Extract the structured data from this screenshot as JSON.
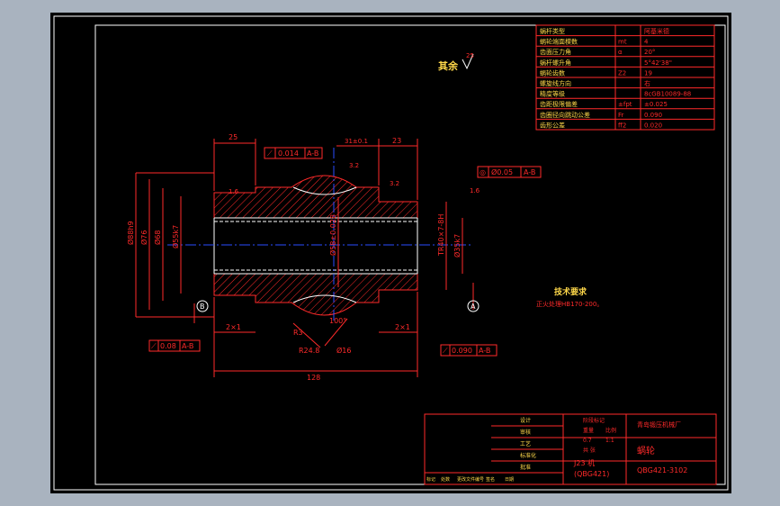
{
  "params": [
    {
      "name": "蜗杆类型",
      "sym": "",
      "val": "阿基米德"
    },
    {
      "name": "蜗轮端面模数",
      "sym": "mt",
      "val": "4"
    },
    {
      "name": "齿面压力角",
      "sym": "α",
      "val": "20°"
    },
    {
      "name": "蜗杆螺升角",
      "sym": "",
      "val": "5°42'38\""
    },
    {
      "name": "蜗轮齿数",
      "sym": "Z2",
      "val": "19"
    },
    {
      "name": "螺旋线方向",
      "sym": "",
      "val": "右"
    },
    {
      "name": "精度等级",
      "sym": "",
      "val": "8cGB10089-88"
    },
    {
      "name": "齿距极限偏差",
      "sym": "±fpt",
      "val": "±0.025"
    },
    {
      "name": "齿圈径向跳动公差",
      "sym": "Fr",
      "val": "0.090"
    },
    {
      "name": "齿形公差",
      "sym": "ff2",
      "val": "0.020"
    }
  ],
  "other_roughness": "其余",
  "other_roughness_value": "25",
  "dims": {
    "d25": "25",
    "d23": "23",
    "d31": "31±0.1",
    "d128": "128",
    "phi88": "Ø88h9",
    "phi76": "Ø76",
    "phi68": "Ø68",
    "phi55": "Ø55k7",
    "phi58": "Ø58±0.028",
    "trap": "TR40×7-8H",
    "phi35": "Ø35k7",
    "ch_left": "2×1",
    "ch_right": "2×1",
    "r3": "R3",
    "a100": "100°",
    "r24": "R24.8",
    "phi16": "Ø16",
    "r1_6": "1.6",
    "r3_2a": "3.2",
    "r3_2b": "3.2",
    "r1_6b": "1.6"
  },
  "tol": {
    "top_sym": "⟋",
    "top_val": "0.014",
    "top_ref": "A-B",
    "runout_left_val": "0.08",
    "runout_left_ref": "A-B",
    "runout_right_val": "0.090",
    "runout_right_ref": "A-B",
    "conc_sym": "◎",
    "conc_val": "Ø0.05",
    "conc_ref": "A-B"
  },
  "datum_a": "A",
  "datum_b": "B",
  "tech_title": "技术要求",
  "tech_body": "正火处理HB170-200。",
  "title_block": {
    "company": "青岛锻压机械厂",
    "part_name": "蜗轮",
    "drawing_no": "QBG421-3102",
    "machine": "J23 机",
    "machine_code": "(QBG421)",
    "material_label": "阶段标记",
    "weight_label": "重量",
    "scale_label": "比例",
    "scale": "1:1",
    "mass": "0.7",
    "sheet_label": "共 张",
    "rows": [
      "设计",
      "审核",
      "工艺",
      "标准化",
      "批准"
    ],
    "bottom_row": [
      "标记",
      "处数",
      "更改文件编号",
      "签名",
      "日期"
    ]
  }
}
